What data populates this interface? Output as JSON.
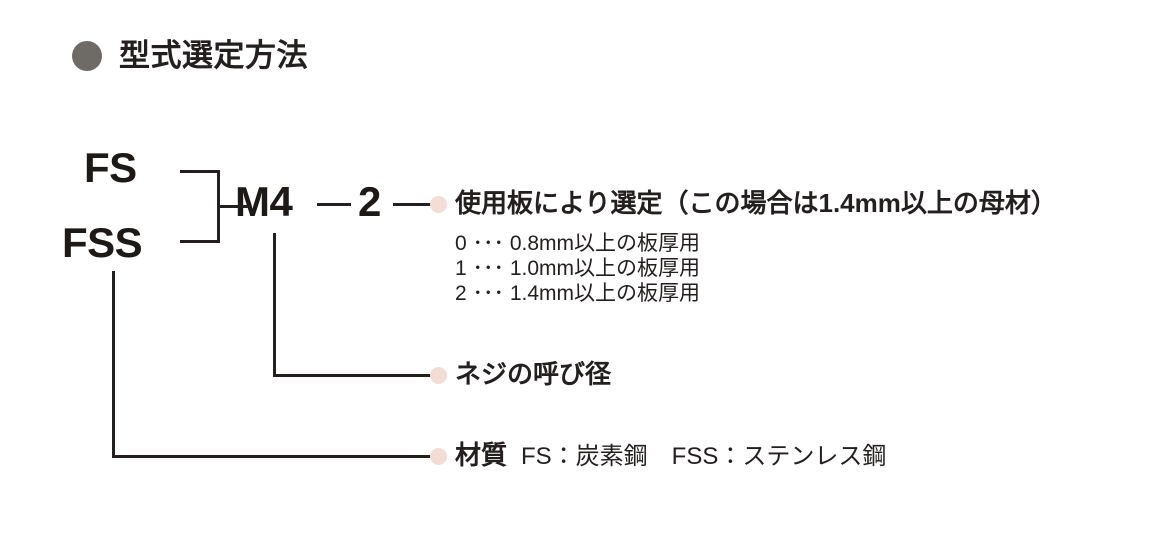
{
  "title": {
    "bullet_color": "#6e6a66",
    "text": "型式選定方法"
  },
  "model_code": {
    "material_options": [
      "FS",
      "FSS"
    ],
    "thread_size": "M4",
    "separator": "—",
    "plate_code": "2"
  },
  "callouts": {
    "plate": {
      "heading": "使用板により選定（この場合は1.4mm以上の母材）",
      "options": [
        "0 ･･･ 0.8mm以上の板厚用",
        "1 ･･･ 1.0mm以上の板厚用",
        "2 ･･･ 1.4mm以上の板厚用"
      ]
    },
    "thread": {
      "heading": "ネジの呼び径"
    },
    "material": {
      "heading": "材質",
      "detail": "FS：炭素鋼　FSS：ステンレス鋼"
    }
  },
  "style": {
    "dot_color": "#f3ded7",
    "line_color": "#231f1e",
    "text_color": "#231f1e",
    "background": "#ffffff"
  }
}
